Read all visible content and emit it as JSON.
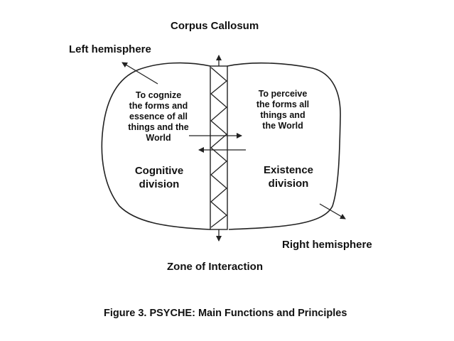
{
  "labels": {
    "corpus_callosum": "Corpus Callosum",
    "left_hemisphere": "Left hemisphere",
    "right_hemisphere": "Right hemisphere",
    "zone_of_interaction": "Zone of Interaction"
  },
  "left_lobe": {
    "function_text": "To cognize\nthe forms and\nessence of  all\nthings and the\nWorld",
    "division_label": "Cognitive\ndivision"
  },
  "right_lobe": {
    "function_text": "To perceive\nthe forms all\nthings and\nthe World",
    "division_label": "Existence\ndivision"
  },
  "caption": "Figure 3. PSYCHE: Main Functions and Principles",
  "colors": {
    "background": "#ffffff",
    "stroke": "#222222",
    "text": "#111111"
  }
}
